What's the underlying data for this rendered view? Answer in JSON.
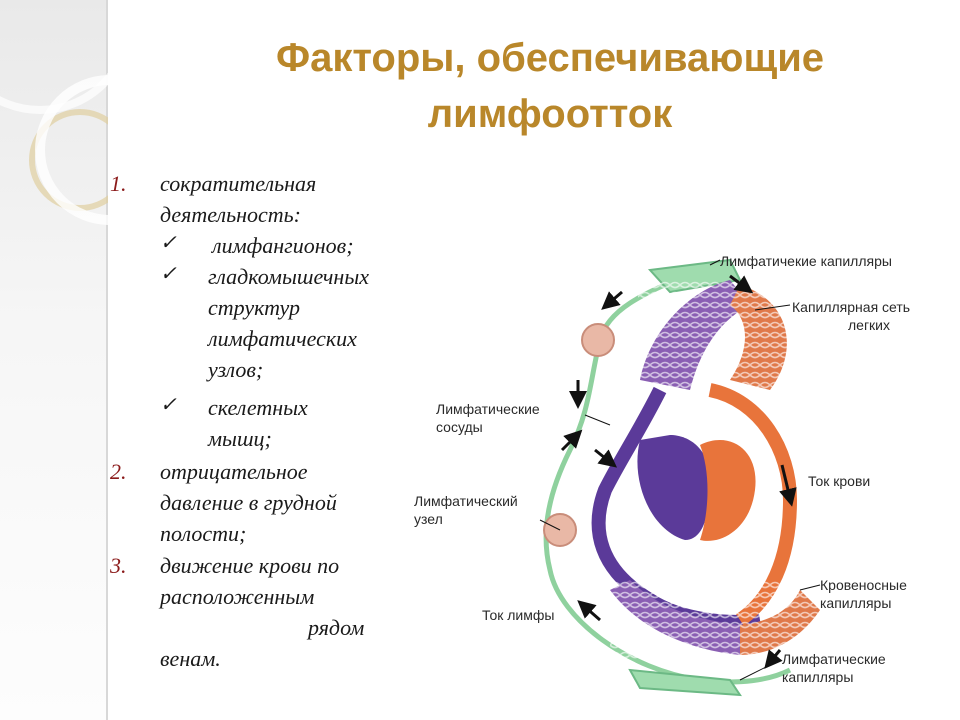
{
  "title": {
    "line1": "Факторы, обеспечивающие",
    "line2": "лимфоотток"
  },
  "list": {
    "item1": {
      "number": "1.",
      "line1": "сократительная",
      "line2": "деятельность:"
    },
    "sub1": "лимфангионов;",
    "sub2": {
      "line1": "гладкомышечных",
      "line2": "структур",
      "line3": "лимфатических",
      "line4": "узлов;"
    },
    "sub3": {
      "line1": "скелетных",
      "line2": "мышц;"
    },
    "item2": {
      "number": "2.",
      "line1": "отрицательное",
      "line2": "давление в грудной",
      "line3": "полости;"
    },
    "item3": {
      "number": "3.",
      "line1": "движение крови по",
      "line2": "расположенным",
      "line3": "рядом",
      "line4": "венам."
    }
  },
  "diagram": {
    "labels": {
      "lymph_capillaries_top": "Лимфатичекие капилляры",
      "lung_network_line1": "Капиллярная сеть",
      "lung_network_line2": "легких",
      "lymph_vessels_line1": "Лимфатические",
      "lymph_vessels_line2": "сосуды",
      "blood_flow": "Ток крови",
      "lymph_node_line1": "Лимфатический",
      "lymph_node_line2": "узел",
      "blood_capillaries_line1": "Кровеносные",
      "blood_capillaries_line2": "капилляры",
      "lymph_flow": "Ток лимфы",
      "lymph_capillaries_bottom_line1": "Лимфатические",
      "lymph_capillaries_bottom_line2": "капилляры"
    },
    "colors": {
      "venous": "#5b3a99",
      "arterial": "#e8743b",
      "lymph": "#8fd19e",
      "node": "#e9b8a6"
    }
  },
  "theme": {
    "title_color": "#b9872a",
    "number_color": "#8b1a1a"
  }
}
